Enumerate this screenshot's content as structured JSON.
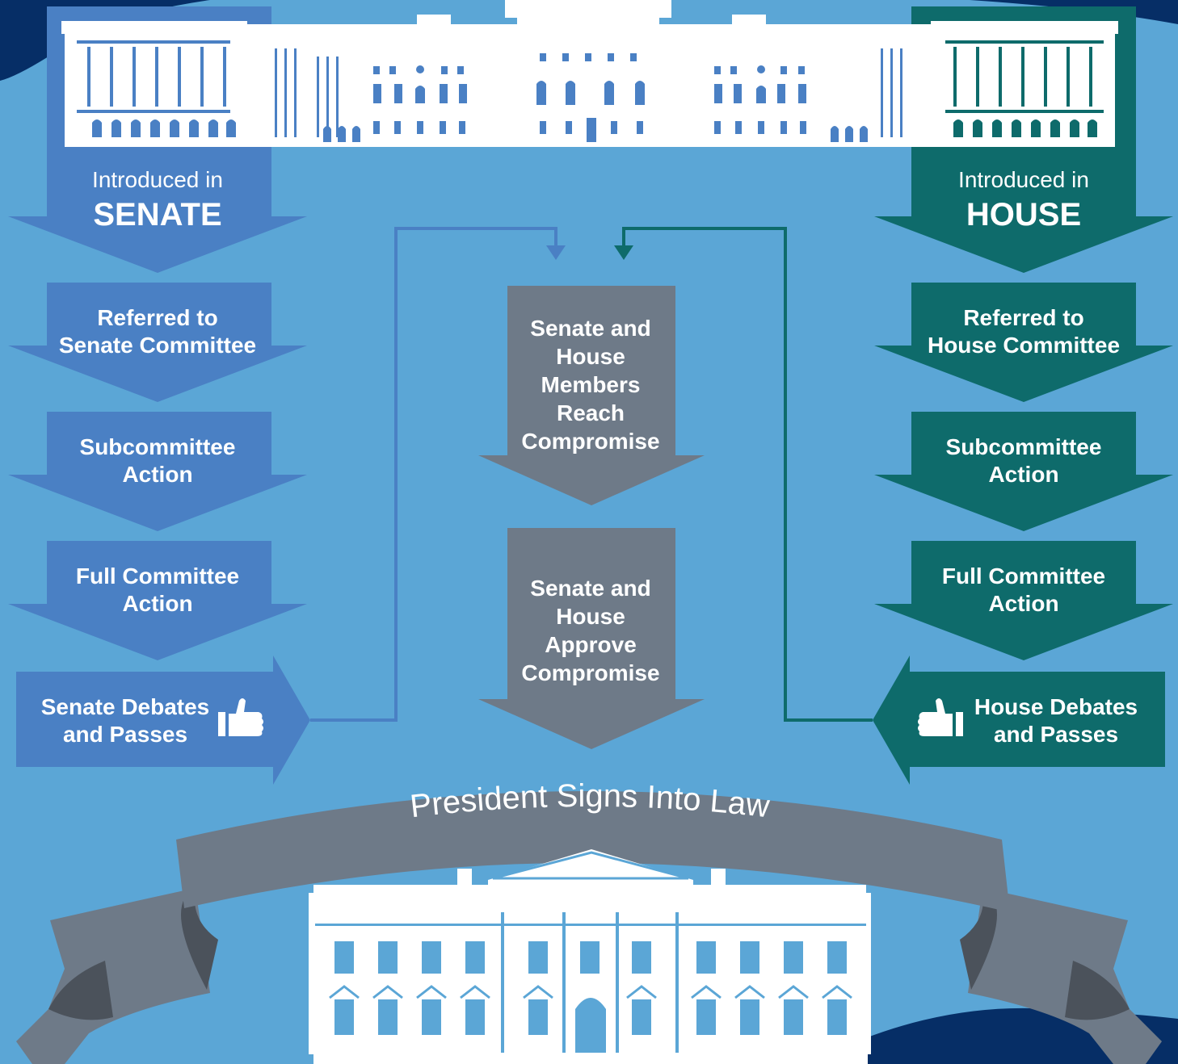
{
  "colors": {
    "background": "#5ba6d6",
    "navy": "#062e66",
    "senate": "#4a80c4",
    "house": "#0e6b6b",
    "compromise": "#6e7a88",
    "ribbon": "#6e7a88",
    "ribbon_dark": "#4b525b",
    "building": "#ffffff"
  },
  "senate": {
    "introduced_small": "Introduced in",
    "introduced_big": "SENATE",
    "steps": [
      [
        "Referred to",
        "Senate Committee"
      ],
      [
        "Subcommittee",
        "Action"
      ],
      [
        "Full Committee",
        "Action"
      ]
    ],
    "pass": [
      "Senate Debates",
      "and Passes"
    ]
  },
  "house": {
    "introduced_small": "Introduced in",
    "introduced_big": "HOUSE",
    "steps": [
      [
        "Referred to",
        "House Committee"
      ],
      [
        "Subcommittee",
        "Action"
      ],
      [
        "Full Committee",
        "Action"
      ]
    ],
    "pass": [
      "House Debates",
      "and Passes"
    ]
  },
  "center": {
    "reach": [
      "Senate and",
      "House",
      "Members",
      "Reach",
      "Compromise"
    ],
    "approve": [
      "Senate and",
      "House",
      "Approve",
      "Compromise"
    ]
  },
  "banner": {
    "text": "President Signs Into Law"
  },
  "icons": {
    "capitol": "capitol-building-icon",
    "white_house": "white-house-icon",
    "thumbs_up": "thumbs-up-icon"
  }
}
